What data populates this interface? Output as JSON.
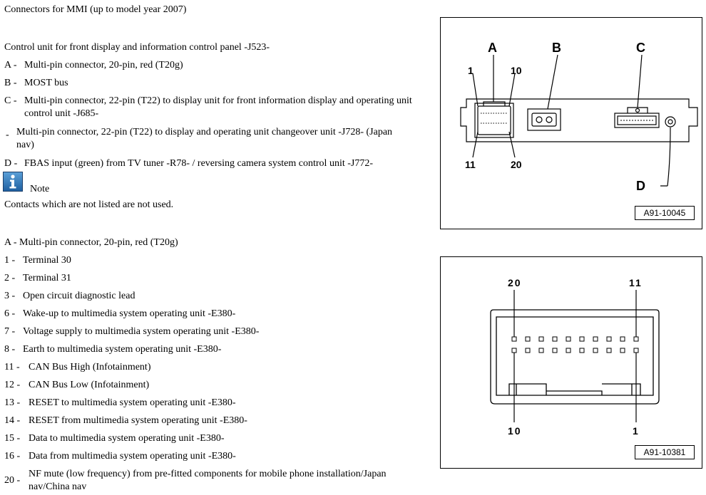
{
  "title": "Connectors for MMI (up to model year 2007)",
  "unit_heading": "Control unit for front display and information control panel -J523-",
  "unit_items": [
    {
      "key": "A -",
      "text": "Multi-pin connector, 20-pin, red (T20g)"
    },
    {
      "key": "B -",
      "text": "MOST bus"
    },
    {
      "key": "C -",
      "text": "Multi-pin connector, 22-pin (T22) to display unit for front information display and operating unit",
      "text2": "control unit -J685-"
    },
    {
      "key": "-",
      "text": "Multi-pin connector, 22-pin (T22) to display and operating unit changeover unit -J728- (Japan",
      "text2": "nav)"
    },
    {
      "key": "D -",
      "text": "FBAS input (green) from TV tuner -R78- / reversing camera system control unit -J772-"
    }
  ],
  "note": {
    "icon": "info-icon",
    "label": "Note",
    "text": "Contacts which are not listed are not used."
  },
  "connector_heading": "A - Multi-pin connector, 20-pin, red (T20g)",
  "pins": [
    {
      "key": "1 -",
      "text": "Terminal 30"
    },
    {
      "key": "2 -",
      "text": "Terminal 31"
    },
    {
      "key": "3 -",
      "text": "Open circuit diagnostic lead"
    },
    {
      "key": "6 -",
      "text": "Wake-up to multimedia system operating unit -E380-"
    },
    {
      "key": "7 -",
      "text": "Voltage supply to multimedia system operating unit -E380-"
    },
    {
      "key": "8 -",
      "text": "Earth to multimedia system operating unit -E380-"
    },
    {
      "key": "11 -",
      "text": "CAN Bus High (Infotainment)"
    },
    {
      "key": "12 -",
      "text": "CAN Bus Low (Infotainment)"
    },
    {
      "key": "13 -",
      "text": "RESET to multimedia system operating unit -E380-"
    },
    {
      "key": "14 -",
      "text": "RESET from multimedia system operating unit -E380-"
    },
    {
      "key": "15 -",
      "text": "Data to multimedia system operating unit -E380-"
    },
    {
      "key": "16 -",
      "text": "Data from multimedia system operating unit -E380-"
    },
    {
      "key": "20 -",
      "text": "NF mute (low frequency) from pre-fitted components for mobile phone installation/Japan",
      "text2": "nav/China nav"
    }
  ],
  "figure1": {
    "labels": {
      "A": "A",
      "B": "B",
      "C": "C",
      "D": "D",
      "p1": "1",
      "p10": "10",
      "p11": "11",
      "p20": "20"
    },
    "ref": "A91-10045"
  },
  "figure2": {
    "labels": {
      "p20": "20",
      "p11": "11",
      "p10": "10",
      "p1": "1"
    },
    "ref": "A91-10381"
  }
}
